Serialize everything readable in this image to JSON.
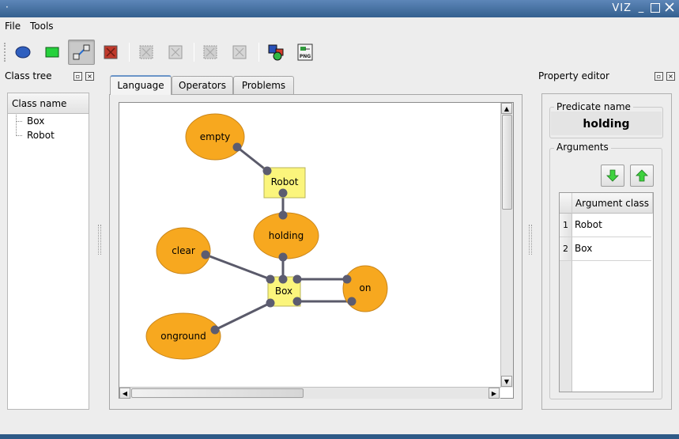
{
  "window": {
    "title": "VIZ",
    "menu_glyph": "·"
  },
  "menu": {
    "items": [
      "File",
      "Tools"
    ]
  },
  "toolbar": {
    "icons": [
      "ellipse-tool-icon",
      "rectangle-tool-icon",
      "connector-tool-icon",
      "delete-node-icon",
      "delete-disabled-icon",
      "delete-disabled-icon",
      "delete-disabled-icon",
      "delete-disabled-icon",
      "auto-layout-icon",
      "export-png-icon"
    ],
    "png_label": "PNG",
    "active_index": 2
  },
  "class_tree": {
    "title": "Class tree",
    "column_header": "Class name",
    "items": [
      "Box",
      "Robot"
    ]
  },
  "tabs": [
    "Language",
    "Operators",
    "Problems"
  ],
  "active_tab": "Language",
  "diagram": {
    "predicates": [
      "empty",
      "holding",
      "clear",
      "on",
      "onground"
    ],
    "classes": [
      "Robot",
      "Box"
    ],
    "predicate_color": "#f7a81f",
    "class_color": "#fbf57c",
    "edge_color": "#5a5a6a"
  },
  "property_editor": {
    "title": "Property editor",
    "predicate_name_label": "Predicate name",
    "predicate_name": "holding",
    "arguments_label": "Arguments",
    "table_header": "Argument class",
    "rows": [
      {
        "num": "1",
        "class": "Robot"
      },
      {
        "num": "2",
        "class": "Box"
      }
    ]
  },
  "colors": {
    "titlebar": "#34608f",
    "accent": "#6a94c8",
    "arrow_green": "#3ed23e"
  }
}
